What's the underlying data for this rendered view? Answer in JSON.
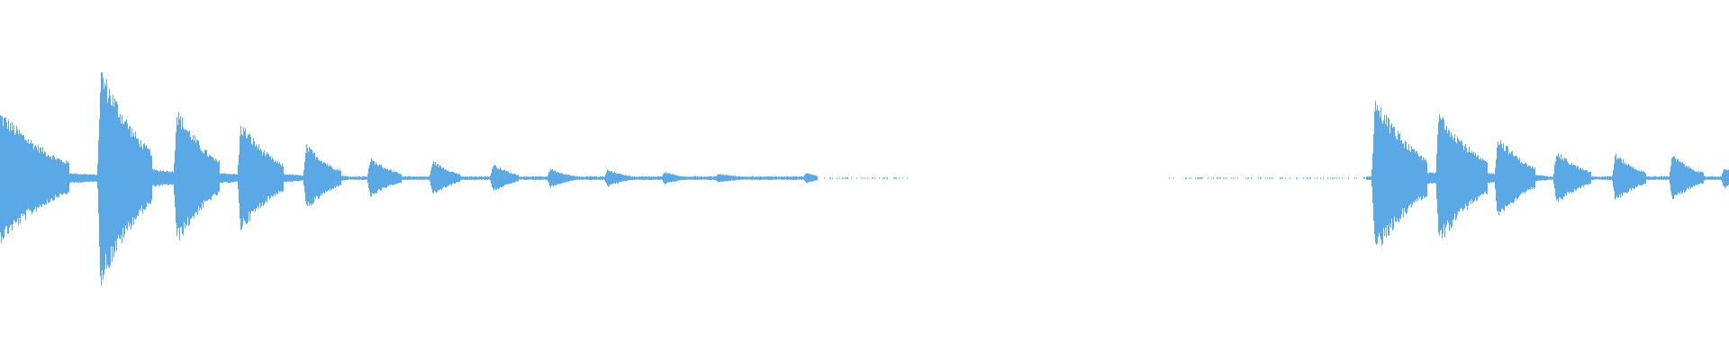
{
  "waveform": {
    "color": "#5aa9e6",
    "background": "#ffffff",
    "silence_level": 0.02,
    "bursts": [
      {
        "start": 0.0,
        "peak": 0.6,
        "decay": 0.04,
        "tail": 0.05
      },
      {
        "start": 0.058,
        "peak": 1.0,
        "decay": 0.03,
        "tail": 0.06
      },
      {
        "start": 0.102,
        "peak": 0.62,
        "decay": 0.025,
        "tail": 0.04
      },
      {
        "start": 0.139,
        "peak": 0.5,
        "decay": 0.025,
        "tail": 0.03
      },
      {
        "start": 0.177,
        "peak": 0.3,
        "decay": 0.02,
        "tail": 0.02
      },
      {
        "start": 0.214,
        "peak": 0.18,
        "decay": 0.018,
        "tail": 0.015
      },
      {
        "start": 0.25,
        "peak": 0.16,
        "decay": 0.016,
        "tail": 0.012
      },
      {
        "start": 0.285,
        "peak": 0.13,
        "decay": 0.015,
        "tail": 0.01
      },
      {
        "start": 0.318,
        "peak": 0.09,
        "decay": 0.014,
        "tail": 0.008
      },
      {
        "start": 0.351,
        "peak": 0.08,
        "decay": 0.014,
        "tail": 0.006
      },
      {
        "start": 0.384,
        "peak": 0.06,
        "decay": 0.012,
        "tail": 0.005
      },
      {
        "start": 0.415,
        "peak": 0.04,
        "decay": 0.02,
        "tail": 0.004
      },
      {
        "start": 0.466,
        "peak": 0.05,
        "decay": 0.01,
        "tail": 0.004
      },
      {
        "start": 0.795,
        "peak": 0.72,
        "decay": 0.03,
        "tail": 0.03
      },
      {
        "start": 0.832,
        "peak": 0.62,
        "decay": 0.028,
        "tail": 0.03
      },
      {
        "start": 0.866,
        "peak": 0.38,
        "decay": 0.022,
        "tail": 0.02
      },
      {
        "start": 0.9,
        "peak": 0.24,
        "decay": 0.02,
        "tail": 0.015
      },
      {
        "start": 0.934,
        "peak": 0.22,
        "decay": 0.018,
        "tail": 0.012
      },
      {
        "start": 0.967,
        "peak": 0.21,
        "decay": 0.018,
        "tail": 0.012
      },
      {
        "start": 0.997,
        "peak": 0.1,
        "decay": 0.01,
        "tail": 0.005
      }
    ],
    "silent_ranges": [
      [
        0.525,
        0.675
      ]
    ],
    "faint_ranges": [
      [
        0.47,
        0.525
      ],
      [
        0.675,
        0.79
      ]
    ]
  }
}
